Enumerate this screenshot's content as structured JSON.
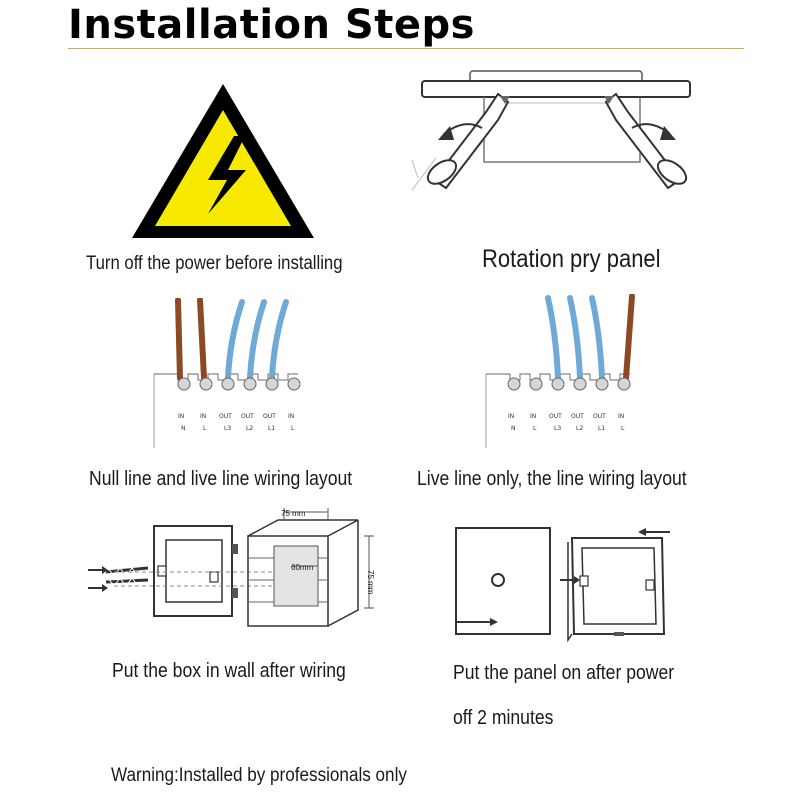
{
  "title": "Installation Steps",
  "steps": [
    {
      "caption": "Turn off the power before installing",
      "icon": "high-voltage-warning-icon",
      "colors": {
        "fill": "#f7ea00",
        "outline": "#000000"
      }
    },
    {
      "caption": "Rotation pry panel"
    },
    {
      "caption": "Null line and live line wiring layout",
      "terminals": {
        "top": [
          "IN",
          "IN",
          "OUT",
          "OUT",
          "OUT",
          "IN"
        ],
        "bottom": [
          "N",
          "L",
          "L3",
          "L2",
          "L1",
          "L"
        ]
      },
      "wire_colors": {
        "neutral": "#8b4a25",
        "live": "#6fa9d6"
      }
    },
    {
      "caption": "Live line only, the line wiring layout",
      "terminals": {
        "top": [
          "IN",
          "IN",
          "OUT",
          "OUT",
          "OUT",
          "IN"
        ],
        "bottom": [
          "N",
          "L",
          "L3",
          "L2",
          "L1",
          "L"
        ]
      }
    },
    {
      "caption": "Put the box in wall after wiring",
      "dimensions": {
        "width": "75 mm",
        "depth": "60mm",
        "height": "75 mm"
      }
    },
    {
      "caption_line1": "Put the panel on after power",
      "caption_line2": "off 2 minutes"
    }
  ],
  "warning": "Warning:Installed by professionals only"
}
